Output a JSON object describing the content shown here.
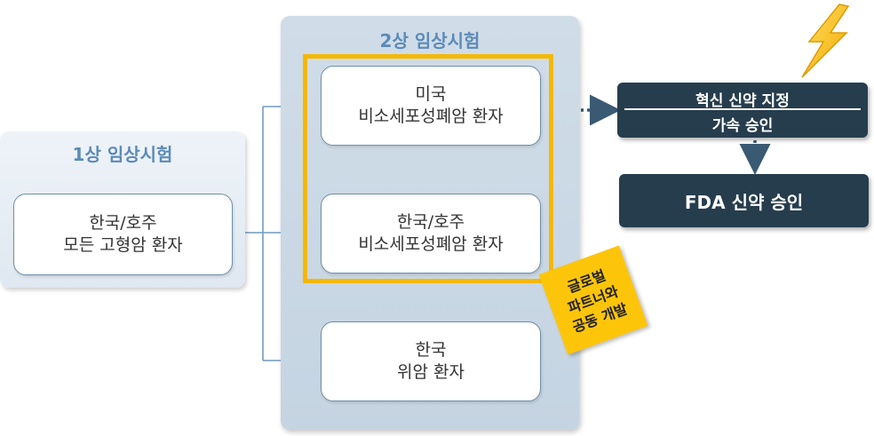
{
  "phase1": {
    "title": "1상 임상시험",
    "box": {
      "line1": "한국/호주",
      "line2": "모든 고형암 환자"
    }
  },
  "phase2": {
    "title": "2상 임상시험",
    "boxes": [
      {
        "line1": "미국",
        "line2": "비소세포성폐암 환자"
      },
      {
        "line1": "한국/호주",
        "line2": "비소세포성폐암 환자"
      },
      {
        "line1": "한국",
        "line2": "위암 환자"
      }
    ]
  },
  "note": {
    "lines": [
      "글로벌",
      "파트너와",
      "공동 개발"
    ]
  },
  "breakthrough": {
    "line1": "혁신 신약 지정",
    "line2": "가속 승인"
  },
  "fda": {
    "label": "FDA 신약 승인"
  },
  "icon": "lightning-icon",
  "colors": {
    "accent_yellow": "#f5b800",
    "dark_navy": "#263d4e",
    "arrow_blue": "#6f9cc0",
    "title_blue": "#5b8ab8"
  }
}
